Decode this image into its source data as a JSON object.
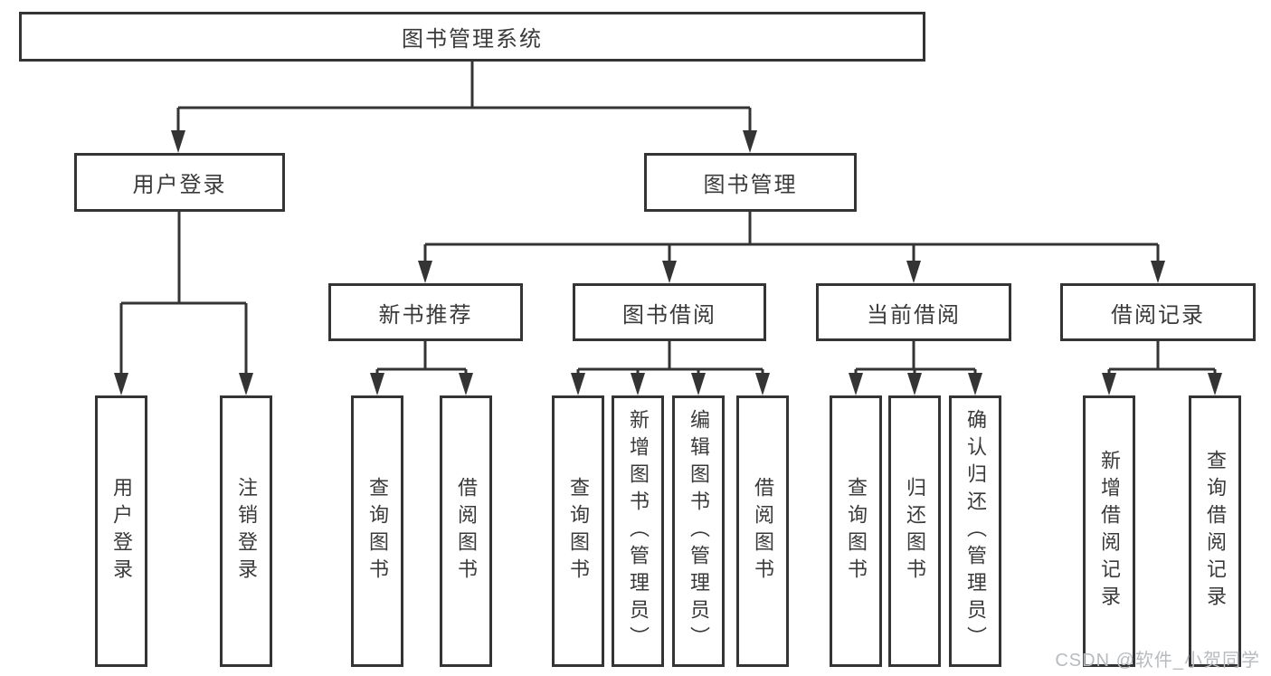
{
  "diagram": {
    "root": {
      "label": "图书管理系统"
    },
    "level2": [
      {
        "label": "用户登录"
      },
      {
        "label": "图书管理"
      }
    ],
    "level3": [
      {
        "label": "新书推荐"
      },
      {
        "label": "图书借阅"
      },
      {
        "label": "当前借阅"
      },
      {
        "label": "借阅记录"
      }
    ],
    "leaves": [
      {
        "label": "用户登录"
      },
      {
        "label": "注销登录"
      },
      {
        "label": "查询图书"
      },
      {
        "label": "借阅图书"
      },
      {
        "label": "查询图书"
      },
      {
        "label": "新增图书（管理员）"
      },
      {
        "label": "编辑图书（管理员）"
      },
      {
        "label": "借阅图书"
      },
      {
        "label": "查询图书"
      },
      {
        "label": "归还图书"
      },
      {
        "label": "确认归还（管理员）"
      },
      {
        "label": "新增借阅记录"
      },
      {
        "label": "查询借阅记录"
      }
    ]
  },
  "watermark": {
    "text": "CSDN @软件_小贺同学"
  },
  "colors": {
    "line": "#343434",
    "text": "#3a3a3a",
    "background": "#ffffff",
    "watermark": "#b7bbbf"
  }
}
